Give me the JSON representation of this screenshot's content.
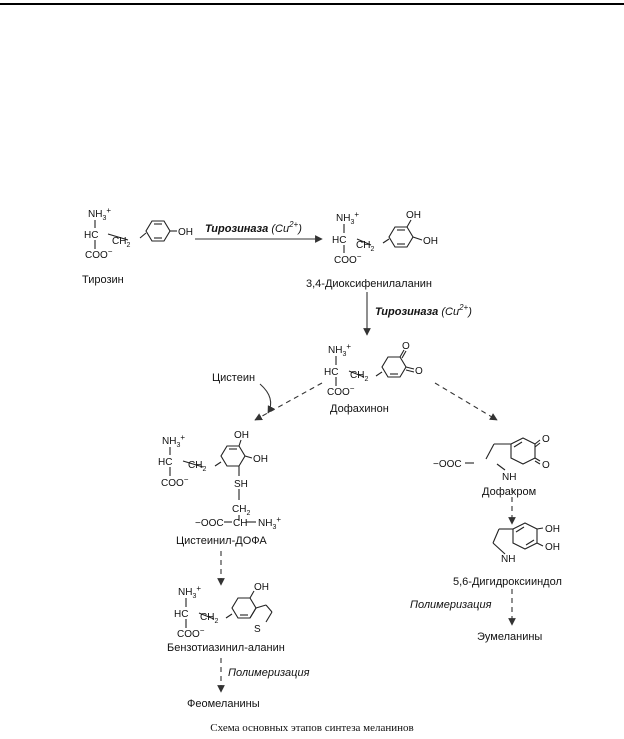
{
  "caption": "Схема основных этапов синтеза меланинов",
  "compounds": {
    "tyrosine": "Тирозин",
    "dopa": "3,4-Диоксифенилаланин",
    "dopaquinone": "Дофахинон",
    "cysteine": "Цистеин",
    "cysteinyl_dopa": "Цистеинил-ДОФА",
    "benzothiazinyl_alanine": "Бензотиазинил-аланин",
    "pheomelanins": "Феомеланины",
    "dopachrome": "Дофахром",
    "dihydroxyindole": "5,6-Дигидроксииндол",
    "eumelanins": "Эумеланины"
  },
  "enzyme": {
    "name": "Тирозиназа",
    "cofactor": " (Cu",
    "charge": "2+",
    "close": ")"
  },
  "process": {
    "polymerization": "Полимеризация"
  },
  "atoms": {
    "nh3": "NH",
    "nh3_sub": "3",
    "plus": "+",
    "hc": "HC",
    "ch": "CH",
    "ch2": "CH",
    "sub2": "2",
    "coo": "COO",
    "minus": "−",
    "ooc": "−OOC",
    "oh": "OH",
    "o": "O",
    "nh": "NH",
    "sh": "SH",
    "s": "S"
  }
}
